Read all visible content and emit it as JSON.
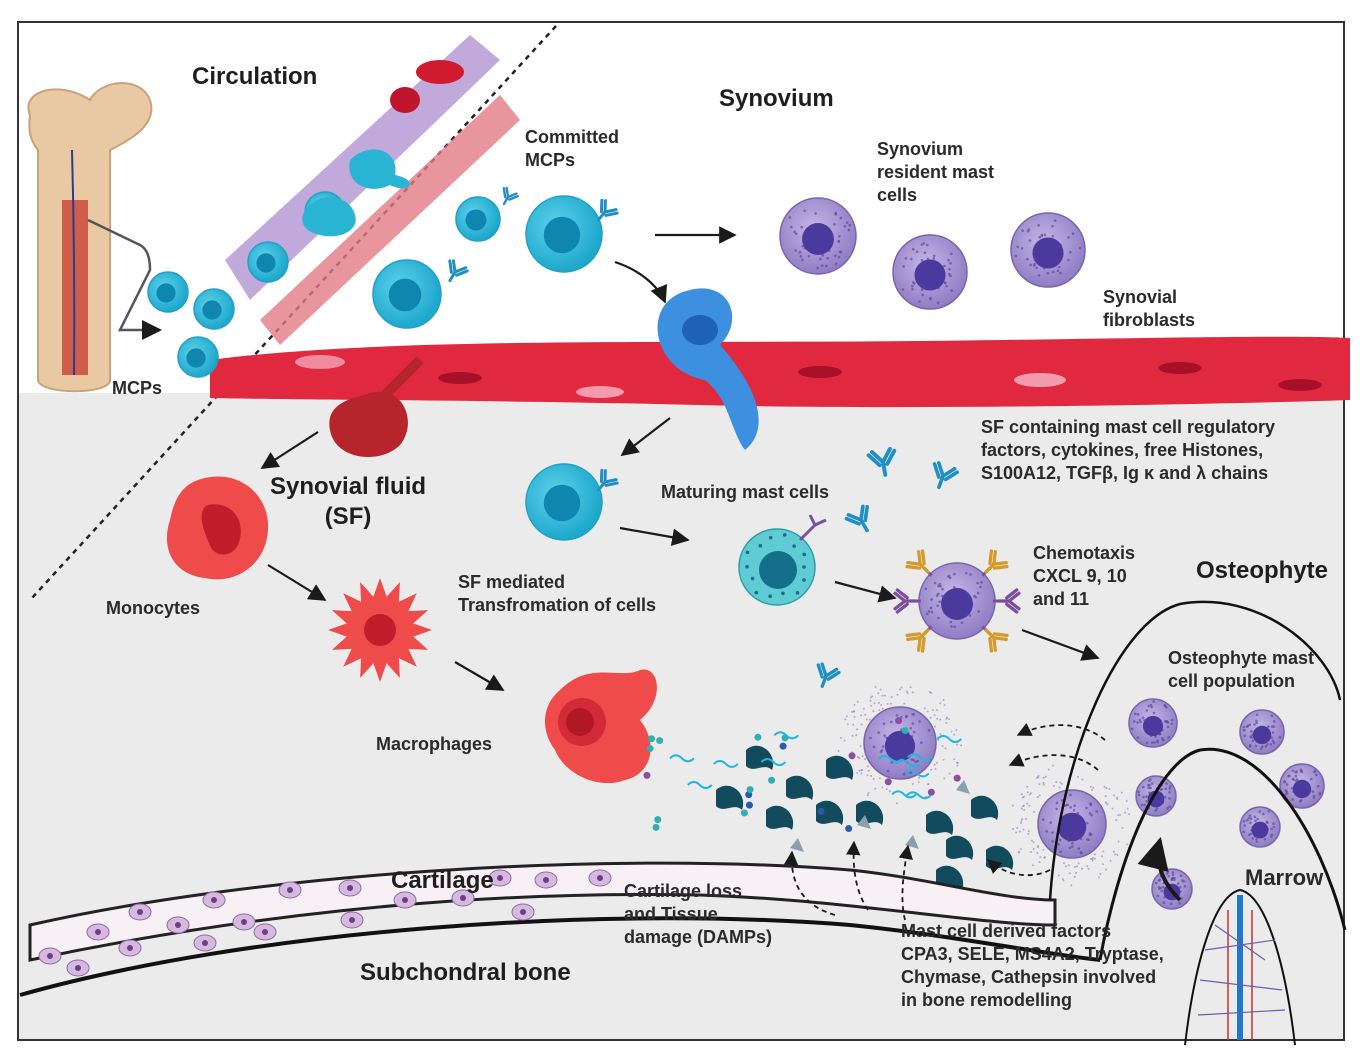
{
  "labels": {
    "circulation": "Circulation",
    "synovium": "Synovium",
    "committed_mcps": "Committed\nMCPs",
    "synovium_resident": "Synovium\nresident mast\ncells",
    "synovial_fibroblasts": "Synovial\nfibroblasts",
    "mcps": "MCPs",
    "sf_factors": "SF containing mast cell regulatory\nfactors, cytokines, free Histones,\nS100A12, TGFβ, Ig  κ and λ chains",
    "synovial_fluid": "Synovial fluid\n(SF)",
    "maturing": "Maturing mast cells",
    "monocytes": "Monocytes",
    "sf_mediated": "SF mediated\nTransfromation of cells",
    "chemotaxis": "Chemotaxis\nCXCL 9, 10\nand 11",
    "osteophyte": "Osteophyte",
    "osteophyte_mast": "Osteophyte mast\ncell population",
    "macrophages": "Macrophages",
    "cartilage": "Cartilage",
    "cartilage_loss": "Cartilage loss\nand Tissue\ndamage (DAMPs)",
    "marrow": "Marrow",
    "mast_factors": "Mast cell derived factors\nCPA3, SELE, MS4A2, Tryptase,\nChymase, Cathepsin involved\nin bone remodelling",
    "subchondral": "Subchondral bone"
  },
  "colors": {
    "progenitor": "#29b6d6",
    "progenitor_nucleus": "#0f86b0",
    "mast": "#9b86c9",
    "mast_nucleus": "#4b3a9e",
    "fibroblast": "#e0293f",
    "monocyte": "#ef4b4b",
    "damp": "#124a5e",
    "fluid_bg": "#ebebeb",
    "cartilage_cell": "#d7b9e0"
  }
}
